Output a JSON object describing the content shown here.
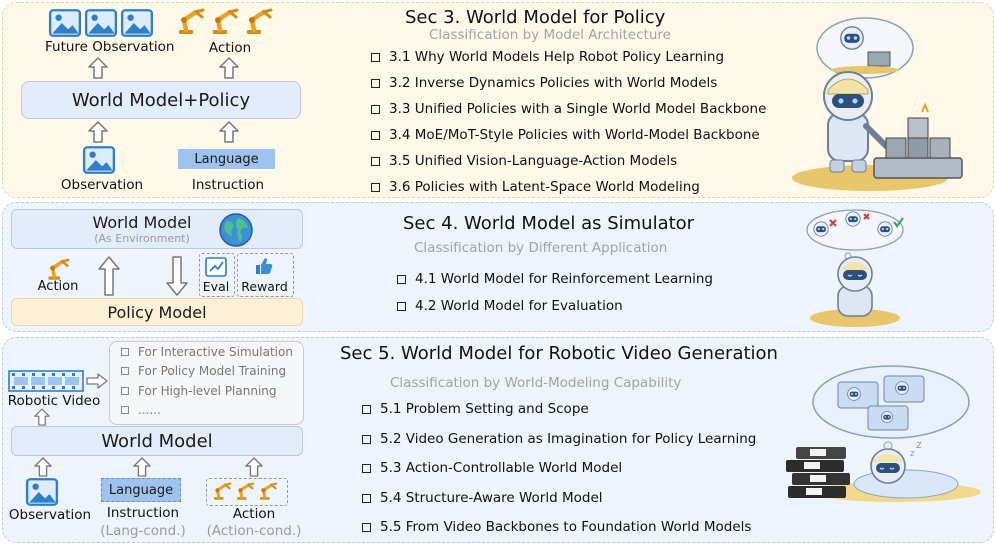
{
  "sec3": {
    "title": "Sec 3. World Model for Policy",
    "subtitle": "Classification by Model Architecture",
    "items": [
      "3.1 Why World Models Help Robot Policy Learning",
      "3.2 Inverse Dynamics Policies with World Models",
      "3.3 Unified Policies with a Single World Model Backbone",
      "3.4 MoE/MoT-Style Policies with World-Model Backbone",
      "3.5 Unified Vision-Language-Action Models",
      "3.6 Policies with Latent-Space World Modeling"
    ],
    "diagram": {
      "future_observation": "Future Observation",
      "action": "Action",
      "model": "World Model+Policy",
      "observation": "Observation",
      "language_badge": "Language",
      "instruction": "Instruction"
    }
  },
  "sec4": {
    "title": "Sec 4. World Model as Simulator",
    "subtitle": "Classification by Different Application",
    "items": [
      "4.1 World Model for Reinforcement Learning",
      "4.2 World Model for Evaluation"
    ],
    "diagram": {
      "world_model": "World Model",
      "as_environment": "(As Environment)",
      "action": "Action",
      "eval": "Eval",
      "reward": "Reward",
      "policy_model": "Policy Model"
    }
  },
  "sec5": {
    "title": "Sec 5. World Model for Robotic Video Generation",
    "subtitle": "Classification by World-Modeling Capability",
    "items": [
      "5.1 Problem Setting and Scope",
      "5.2 Video Generation as Imagination for Policy Learning",
      "5.3 Action-Controllable World Model",
      "5.4 Structure-Aware World Model",
      "5.5 From Video Backbones to Foundation World Models"
    ],
    "uses": [
      "For Interactive Simulation",
      "For Policy Model Training",
      "For High-level Planning",
      "......"
    ],
    "diagram": {
      "robotic_video": "Robotic Video",
      "world_model": "World Model",
      "observation": "Observation",
      "language_badge": "Language",
      "instruction": "Instruction",
      "lang_cond": "(Lang-cond.)",
      "action": "Action",
      "action_cond": "(Action-cond.)"
    }
  },
  "colors": {
    "panel_yellow": "#fdf8e7",
    "panel_blue": "#eef4fb",
    "model_box_blue": "#e3ecfa",
    "language_badge": "#9fc3ef",
    "policy_box": "#fdf0d6",
    "robot_arm": "#e9a12a",
    "image_icon": "#3b8ed4"
  }
}
